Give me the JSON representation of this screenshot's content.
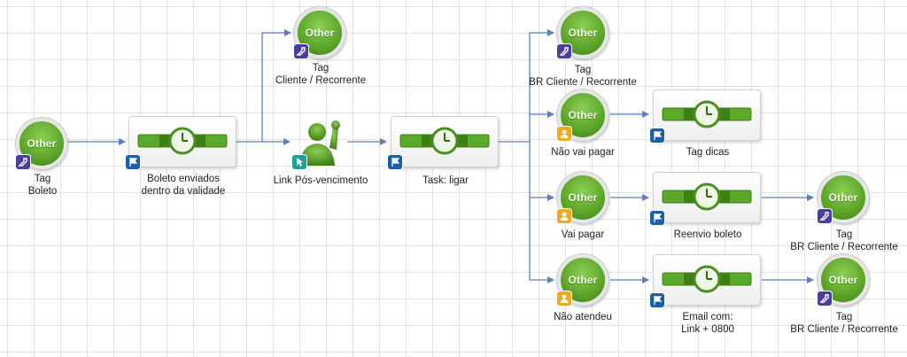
{
  "node_text": "Other",
  "colors": {
    "edge": "#5b7fbf",
    "node_green": "#5fa82c",
    "tag_badge": "#4a3f9e",
    "flag_badge": "#1a5fa8",
    "user_badge": "#f0a81c",
    "cursor_badge": "#1fa09a"
  },
  "nodes": {
    "tag_boleto": {
      "line1": "Tag",
      "line2": "Boleto"
    },
    "boleto_enviados": {
      "line1": "Boleto enviados",
      "line2": "dentro da validade"
    },
    "tag_cliente": {
      "line1": "Tag",
      "line2": "Cliente / Recorrente"
    },
    "link_pos": {
      "line1": "Link Pós-vencimento"
    },
    "task_ligar": {
      "line1": "Task: ligar"
    },
    "tag_br_top": {
      "line1": "Tag",
      "line2": "BR Cliente / Recorrente"
    },
    "nao_vai_pagar": {
      "line1": "Não vai pagar"
    },
    "tag_dicas": {
      "line1": "Tag dicas"
    },
    "vai_pagar": {
      "line1": "Vai pagar"
    },
    "reenvio": {
      "line1": "Reenvio boleto"
    },
    "tag_br_mid": {
      "line1": "Tag",
      "line2": "BR Cliente / Recorrente"
    },
    "nao_atendeu": {
      "line1": "Não atendeu"
    },
    "email": {
      "line1": "Email com:",
      "line2": "Link + 0800"
    },
    "tag_br_bot": {
      "line1": "Tag",
      "line2": "BR Cliente / Recorrente"
    }
  }
}
